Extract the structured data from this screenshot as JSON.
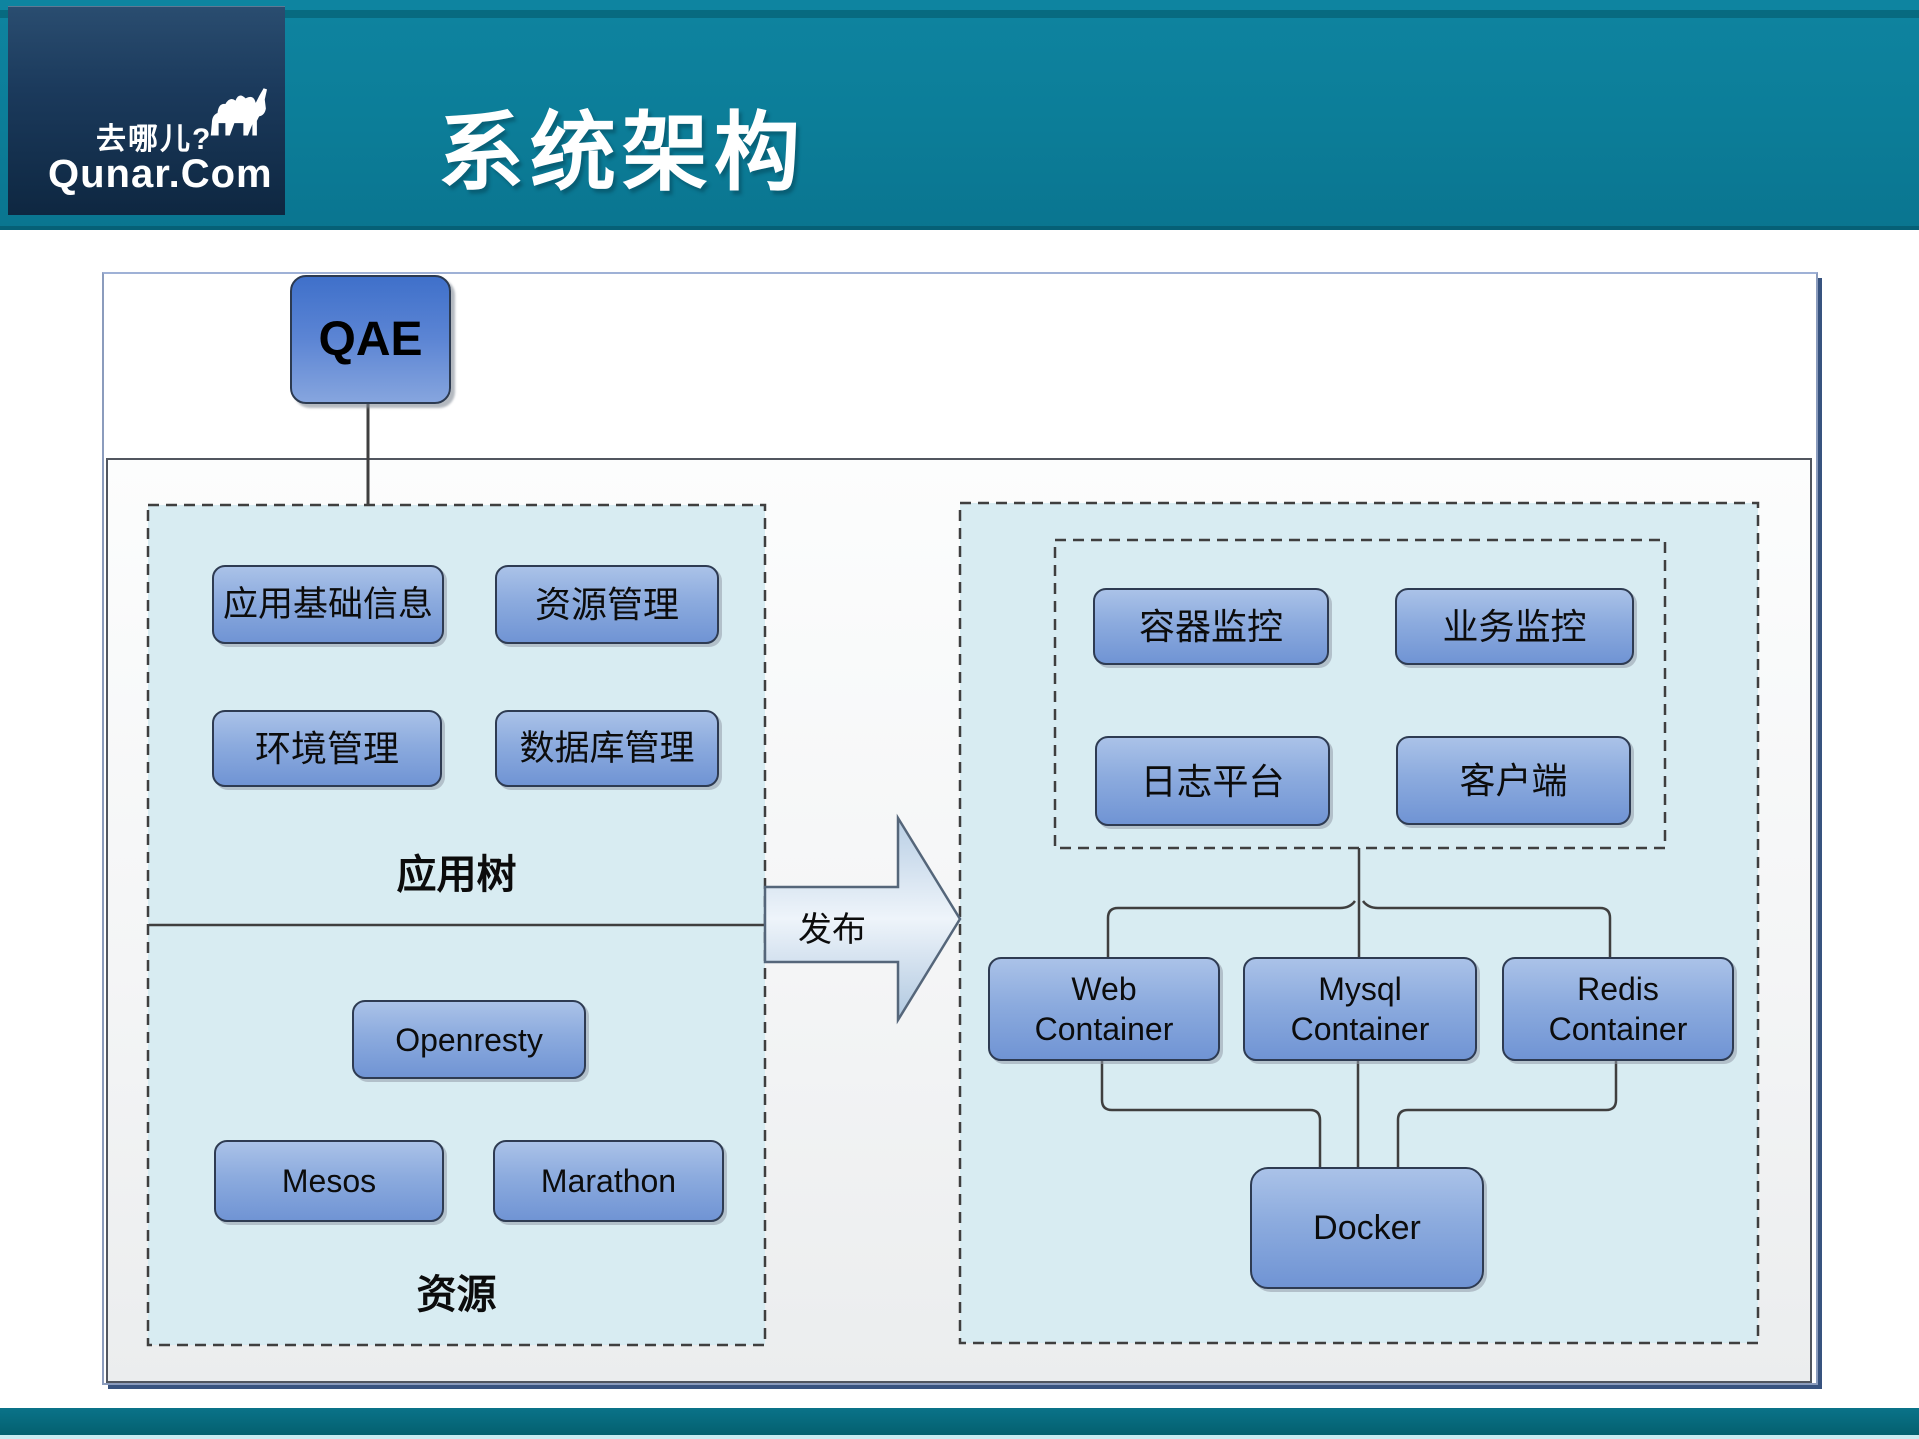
{
  "header": {
    "logo_tagline": "去哪儿?",
    "logo_brand": "Qunar.Com",
    "title": "系统架构"
  },
  "diagram": {
    "qae": {
      "label": "QAE"
    },
    "publish_arrow": {
      "label": "发布"
    },
    "app_panel": {
      "nodes": [
        {
          "label": "应用基础信息"
        },
        {
          "label": "资源管理"
        },
        {
          "label": "环境管理"
        },
        {
          "label": "数据库管理"
        }
      ],
      "caption": "应用树",
      "resource_nodes": [
        {
          "label": "Openresty"
        },
        {
          "label": "Mesos"
        },
        {
          "label": "Marathon"
        }
      ],
      "resource_caption": "资源"
    },
    "runtime_panel": {
      "monitor_nodes": [
        {
          "label": "容器监控"
        },
        {
          "label": "业务监控"
        },
        {
          "label": "日志平台"
        },
        {
          "label": "客户端"
        }
      ],
      "container_nodes": [
        {
          "label": "Web\nContainer"
        },
        {
          "label": "Mysql\nContainer"
        },
        {
          "label": "Redis\nContainer"
        }
      ],
      "docker": {
        "label": "Docker"
      }
    }
  },
  "colors": {
    "header_teal": "#0c7d98",
    "logo_navy": "#16324f",
    "bottom_bar_teal": "#04606f",
    "container_fill": "#d8ecf2",
    "node_blue_top": "#aac2e8",
    "node_blue_bottom": "#7094d4",
    "qae_blue_top": "#3f70ca",
    "qae_blue_bottom": "#86a5de",
    "line_gray": "#3f3f3f"
  }
}
